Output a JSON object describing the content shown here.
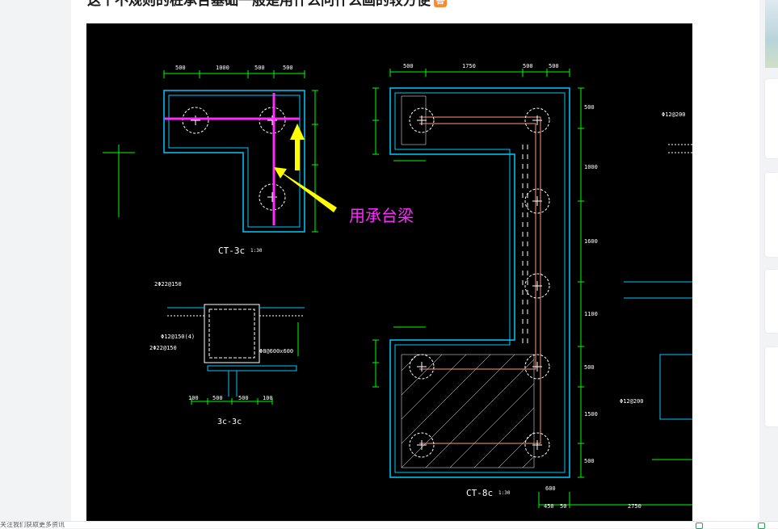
{
  "article": {
    "title": "这个不规则的桩承台基础一般是用什么问什么画的较方便",
    "title_emoji": "答"
  },
  "drawing": {
    "annotation": "用承台梁",
    "labels": {
      "ct3c": "CT-3c",
      "ct8c": "CT-8c",
      "sec3c": "3c-3c",
      "scale": "1:30"
    },
    "dims_top_left": [
      "500",
      "1000",
      "500",
      "500"
    ],
    "dims_top_right": [
      "500",
      "1750",
      "500",
      "500"
    ],
    "dims_right": [
      "500",
      "1000",
      "1600",
      "1100",
      "500",
      "1500",
      "500"
    ],
    "dims_section": [
      "100",
      "500",
      "500",
      "100"
    ],
    "dims_bottom_right": [
      "600",
      "450",
      "50",
      "2750"
    ],
    "rebar_notes": [
      "2Φ22@150",
      "Φ12@150(4)",
      "2Φ22@150",
      "Φ8@600x600",
      "Φ12@200",
      "Φ12@200"
    ],
    "colors": {
      "background": "#000000",
      "outline": "#00c8ff",
      "dimension": "#00ff00",
      "beam": "#ff2aff",
      "arrow": "#ffff00",
      "rebar": "#ff9a7a"
    }
  },
  "footer": {
    "text": "关注我们获取更多资讯"
  }
}
